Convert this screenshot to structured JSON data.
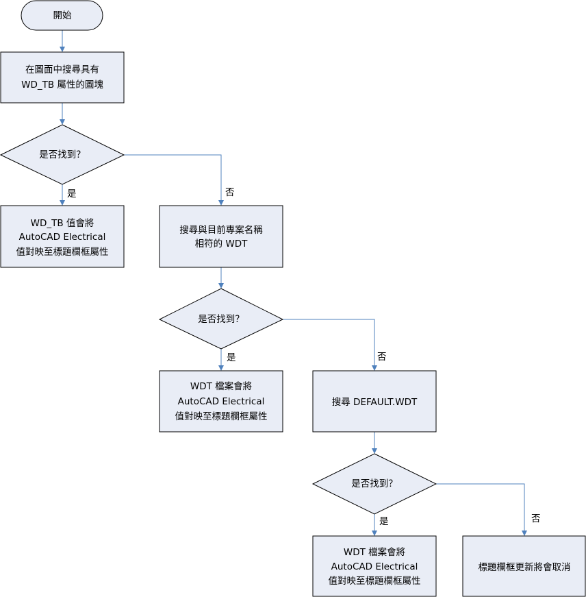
{
  "flowchart": {
    "start": "開始",
    "search_wdtb": [
      "在圖面中搜尋具有",
      "WD_TB 屬性的圖塊"
    ],
    "decision_1": "是否找到？",
    "wdtb_found": [
      "WD_TB 值會將",
      "AutoCAD Electrical",
      "值對映至標題欄框屬性"
    ],
    "search_project_wdt": [
      "搜尋與目前專案名稱",
      "相符的  WDT"
    ],
    "decision_2": "是否找到？",
    "wdt_found_1": [
      "WDT 檔案會將",
      "AutoCAD Electrical",
      "值對映至標題欄框屬性"
    ],
    "search_default_wdt": "搜尋 DEFAULT.WDT",
    "decision_3": "是否找到？",
    "wdt_found_2": [
      "WDT 檔案會將",
      "AutoCAD Electrical",
      "值對映至標題欄框屬性"
    ],
    "cancel_update": "標題欄框更新將會取消",
    "label_yes": "是",
    "label_no": "否"
  },
  "colors": {
    "node_fill": "#e9edf6",
    "node_border": "#000000",
    "connector": "#4f81bd"
  }
}
